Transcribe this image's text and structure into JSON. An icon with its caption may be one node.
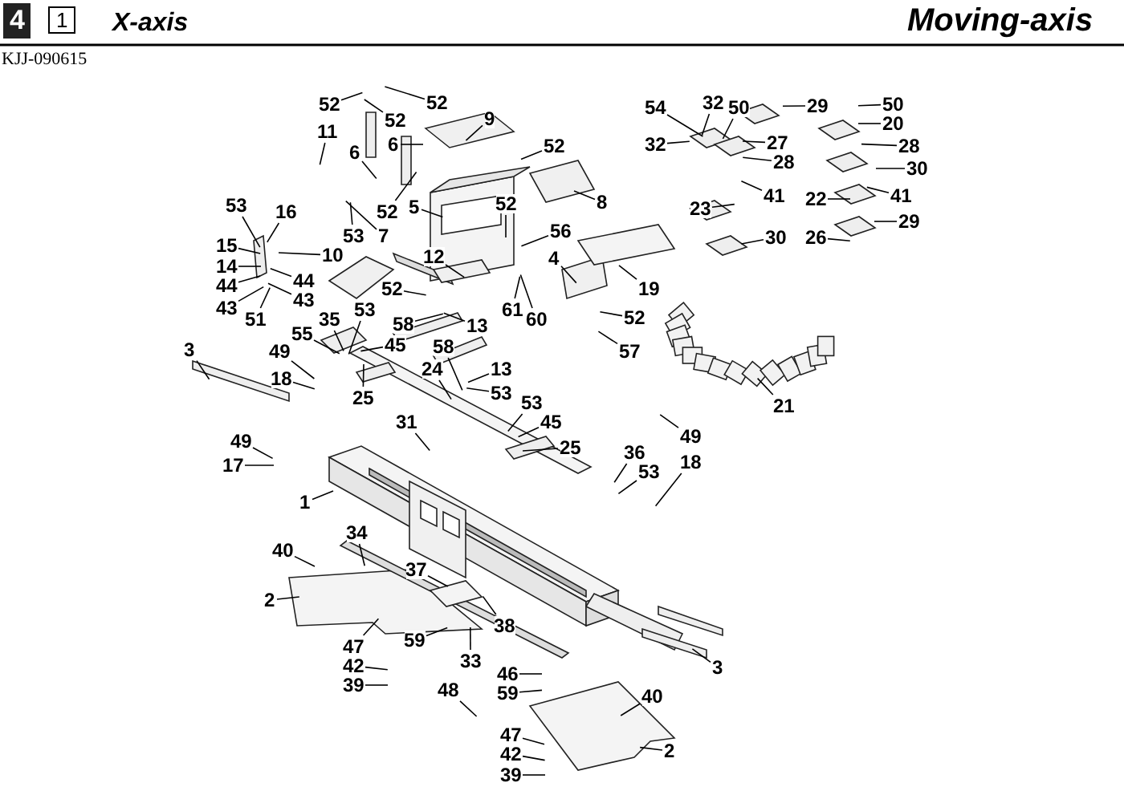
{
  "diagram": {
    "nodes": [
      {
        "text": [
          "52"
        ]
      },
      {
        "text": [
          "52"
        ]
      },
      {
        "text": [
          "52"
        ]
      },
      {
        "text": [
          "9"
        ]
      },
      {
        "text": [
          "11"
        ]
      },
      {
        "text": [
          "6"
        ]
      },
      {
        "text": [
          "6"
        ]
      },
      {
        "text": [
          "52"
        ]
      },
      {
        "text": [
          "8"
        ]
      },
      {
        "text": [
          "5"
        ]
      },
      {
        "text": [
          "52"
        ]
      },
      {
        "text": [
          "52"
        ]
      },
      {
        "text": [
          "56"
        ]
      },
      {
        "text": [
          "53"
        ]
      },
      {
        "text": [
          "16"
        ]
      },
      {
        "text": [
          "15"
        ]
      },
      {
        "text": [
          "14"
        ]
      },
      {
        "text": [
          "44"
        ]
      },
      {
        "text": [
          "44"
        ]
      },
      {
        "text": [
          "43"
        ]
      },
      {
        "text": [
          "43"
        ]
      },
      {
        "text": [
          "51"
        ]
      },
      {
        "text": [
          "53"
        ]
      },
      {
        "text": [
          "7"
        ]
      },
      {
        "text": [
          "10"
        ]
      },
      {
        "text": [
          "12"
        ]
      },
      {
        "text": [
          "52"
        ]
      },
      {
        "text": [
          "4"
        ]
      },
      {
        "text": [
          "19"
        ]
      },
      {
        "text": [
          "61"
        ]
      },
      {
        "text": [
          "60"
        ]
      },
      {
        "text": [
          "52"
        ]
      },
      {
        "text": [
          "57"
        ]
      },
      {
        "text": [
          "53"
        ]
      },
      {
        "text": [
          "58"
        ]
      },
      {
        "text": [
          "13"
        ]
      },
      {
        "text": [
          "35"
        ]
      },
      {
        "text": [
          "55"
        ]
      },
      {
        "text": [
          "45"
        ]
      },
      {
        "text": [
          "49"
        ]
      },
      {
        "text": [
          "18"
        ]
      },
      {
        "text": [
          "3"
        ]
      },
      {
        "text": [
          "58"
        ]
      },
      {
        "text": [
          "13"
        ]
      },
      {
        "text": [
          "24"
        ]
      },
      {
        "text": [
          "25"
        ]
      },
      {
        "text": [
          "53"
        ]
      },
      {
        "text": [
          "53"
        ]
      },
      {
        "text": [
          "45"
        ]
      },
      {
        "text": [
          "25"
        ]
      },
      {
        "text": [
          "31"
        ]
      },
      {
        "text": [
          "49"
        ]
      },
      {
        "text": [
          "17"
        ]
      },
      {
        "text": [
          "1"
        ]
      },
      {
        "text": [
          "36"
        ]
      },
      {
        "text": [
          "53"
        ]
      },
      {
        "text": [
          "49"
        ]
      },
      {
        "text": [
          "18"
        ]
      },
      {
        "text": [
          "34"
        ]
      },
      {
        "text": [
          "40"
        ]
      },
      {
        "text": [
          "2"
        ]
      },
      {
        "text": [
          "37"
        ]
      },
      {
        "text": [
          "38"
        ]
      },
      {
        "text": [
          "59"
        ]
      },
      {
        "text": [
          "47"
        ]
      },
      {
        "text": [
          "42"
        ]
      },
      {
        "text": [
          "39"
        ]
      },
      {
        "text": [
          "33"
        ]
      },
      {
        "text": [
          "48"
        ]
      },
      {
        "text": [
          "46"
        ]
      },
      {
        "text": [
          "59"
        ]
      },
      {
        "text": [
          "40"
        ]
      },
      {
        "text": [
          "2"
        ]
      },
      {
        "text": [
          "47"
        ]
      },
      {
        "text": [
          "42"
        ]
      },
      {
        "text": [
          "39"
        ]
      },
      {
        "text": [
          "3"
        ]
      },
      {
        "text": [
          "21"
        ]
      },
      {
        "text": [
          "54"
        ]
      },
      {
        "text": [
          "32"
        ]
      },
      {
        "text": [
          "50"
        ]
      },
      {
        "text": [
          "29"
        ]
      },
      {
        "text": [
          "50"
        ]
      },
      {
        "text": [
          "20"
        ]
      },
      {
        "text": [
          "32"
        ]
      },
      {
        "text": [
          "27"
        ]
      },
      {
        "text": [
          "28"
        ]
      },
      {
        "text": [
          "28"
        ]
      },
      {
        "text": [
          "30"
        ]
      },
      {
        "text": [
          "41"
        ]
      },
      {
        "text": [
          "41"
        ]
      },
      {
        "text": [
          "23"
        ]
      },
      {
        "text": [
          "22"
        ]
      },
      {
        "text": [
          "29"
        ]
      },
      {
        "text": [
          "26"
        ]
      },
      {
        "text": [
          "30"
        ]
      }
    ],
    "edges": [
      {
        "from": 0,
        "to": null,
        "arrow": "none"
      },
      {
        "from": 1,
        "to": null,
        "arrow": "none"
      },
      {
        "from": 2,
        "to": null,
        "arrow": "none"
      },
      {
        "from": 3,
        "to": null,
        "arrow": "none"
      },
      {
        "from": 4,
        "to": null,
        "arrow": "none"
      },
      {
        "from": 5,
        "to": null,
        "arrow": "none"
      },
      {
        "from": 6,
        "to": null,
        "arrow": "none"
      },
      {
        "from": 7,
        "to": null,
        "arrow": "none"
      },
      {
        "from": 8,
        "to": null,
        "arrow": "none"
      },
      {
        "from": 9,
        "to": null,
        "arrow": "none"
      },
      {
        "from": 10,
        "to": null,
        "arrow": "none"
      },
      {
        "from": 11,
        "to": null,
        "arrow": "none"
      },
      {
        "from": 12,
        "to": null,
        "arrow": "none"
      },
      {
        "from": 13,
        "to": null,
        "arrow": "none"
      },
      {
        "from": 14,
        "to": null,
        "arrow": "none"
      },
      {
        "from": 15,
        "to": null,
        "arrow": "none"
      },
      {
        "from": 16,
        "to": null,
        "arrow": "none"
      },
      {
        "from": 17,
        "to": null,
        "arrow": "none"
      },
      {
        "from": 18,
        "to": null,
        "arrow": "none"
      },
      {
        "from": 19,
        "to": null,
        "arrow": "none"
      },
      {
        "from": 20,
        "to": null,
        "arrow": "none"
      },
      {
        "from": 21,
        "to": null,
        "arrow": "none"
      },
      {
        "from": 22,
        "to": null,
        "arrow": "none"
      },
      {
        "from": 23,
        "to": null,
        "arrow": "none"
      },
      {
        "from": 24,
        "to": null,
        "arrow": "none"
      },
      {
        "from": 25,
        "to": null,
        "arrow": "none"
      },
      {
        "from": 26,
        "to": null,
        "arrow": "none"
      },
      {
        "from": 27,
        "to": null,
        "arrow": "none"
      },
      {
        "from": 28,
        "to": null,
        "arrow": "none"
      },
      {
        "from": 29,
        "to": null,
        "arrow": "none"
      },
      {
        "from": 30,
        "to": null,
        "arrow": "none"
      },
      {
        "from": 31,
        "to": null,
        "arrow": "none"
      },
      {
        "from": 32,
        "to": null,
        "arrow": "none"
      },
      {
        "from": 33,
        "to": null,
        "arrow": "none"
      },
      {
        "from": 34,
        "to": null,
        "arrow": "none"
      },
      {
        "from": 35,
        "to": null,
        "arrow": "none"
      },
      {
        "from": 36,
        "to": null,
        "arrow": "none"
      },
      {
        "from": 37,
        "to": null,
        "arrow": "none"
      },
      {
        "from": 38,
        "to": null,
        "arrow": "none"
      },
      {
        "from": 39,
        "to": null,
        "arrow": "none"
      },
      {
        "from": 40,
        "to": null,
        "arrow": "none"
      },
      {
        "from": 41,
        "to": null,
        "arrow": "none"
      },
      {
        "from": 42,
        "to": null,
        "arrow": "none"
      },
      {
        "from": 43,
        "to": null,
        "arrow": "none"
      },
      {
        "from": 44,
        "to": null,
        "arrow": "none"
      },
      {
        "from": 45,
        "to": null,
        "arrow": "none"
      },
      {
        "from": 46,
        "to": null,
        "arrow": "none"
      },
      {
        "from": 47,
        "to": null,
        "arrow": "none"
      },
      {
        "from": 48,
        "to": null,
        "arrow": "none"
      },
      {
        "from": 49,
        "to": null,
        "arrow": "none"
      },
      {
        "from": 50,
        "to": null,
        "arrow": "none"
      },
      {
        "from": 51,
        "to": null,
        "arrow": "none"
      },
      {
        "from": 52,
        "to": null,
        "arrow": "none"
      },
      {
        "from": 53,
        "to": null,
        "arrow": "none"
      },
      {
        "from": 54,
        "to": null,
        "arrow": "none"
      },
      {
        "from": 55,
        "to": null,
        "arrow": "none"
      },
      {
        "from": 56,
        "to": null,
        "arrow": "none"
      },
      {
        "from": 57,
        "to": null,
        "arrow": "none"
      },
      {
        "from": 58,
        "to": null,
        "arrow": "none"
      },
      {
        "from": 59,
        "to": null,
        "arrow": "none"
      },
      {
        "from": 60,
        "to": null,
        "arrow": "none"
      },
      {
        "from": 61,
        "to": null,
        "arrow": "none"
      },
      {
        "from": 62,
        "to": null,
        "arrow": "none"
      },
      {
        "from": 63,
        "to": null,
        "arrow": "none"
      },
      {
        "from": 64,
        "to": null,
        "arrow": "none"
      },
      {
        "from": 65,
        "to": null,
        "arrow": "none"
      },
      {
        "from": 66,
        "to": null,
        "arrow": "none"
      },
      {
        "from": 67,
        "to": null,
        "arrow": "none"
      },
      {
        "from": 68,
        "to": null,
        "arrow": "none"
      },
      {
        "from": 69,
        "to": null,
        "arrow": "none"
      },
      {
        "from": 70,
        "to": null,
        "arrow": "none"
      },
      {
        "from": 71,
        "to": null,
        "arrow": "none"
      },
      {
        "from": 72,
        "to": null,
        "arrow": "none"
      },
      {
        "from": 73,
        "to": null,
        "arrow": "none"
      },
      {
        "from": 74,
        "to": null,
        "arrow": "none"
      },
      {
        "from": 75,
        "to": null,
        "arrow": "none"
      },
      {
        "from": 76,
        "to": null,
        "arrow": "none"
      },
      {
        "from": 77,
        "to": null,
        "arrow": "none"
      },
      {
        "from": 78,
        "to": null,
        "arrow": "none"
      },
      {
        "from": 79,
        "to": null,
        "arrow": "none"
      },
      {
        "from": 80,
        "to": null,
        "arrow": "none"
      },
      {
        "from": 81,
        "to": null,
        "arrow": "none"
      },
      {
        "from": 82,
        "to": null,
        "arrow": "none"
      },
      {
        "from": 83,
        "to": null,
        "arrow": "none"
      },
      {
        "from": 84,
        "to": null,
        "arrow": "none"
      },
      {
        "from": 85,
        "to": null,
        "arrow": "none"
      },
      {
        "from": 86,
        "to": null,
        "arrow": "none"
      },
      {
        "from": 87,
        "to": null,
        "arrow": "none"
      },
      {
        "from": 88,
        "to": null,
        "arrow": "none"
      },
      {
        "from": 89,
        "to": null,
        "arrow": "none"
      },
      {
        "from": 90,
        "to": null,
        "arrow": "none"
      },
      {
        "from": 91,
        "to": null,
        "arrow": "none"
      },
      {
        "from": 92,
        "to": null,
        "arrow": "none"
      },
      {
        "from": 93,
        "to": null,
        "arrow": "none"
      },
      {
        "from": 94,
        "to": null,
        "arrow": "none"
      },
      {
        "from": 95,
        "to": null,
        "arrow": "none"
      }
    ],
    "labels": [
      "4",
      "1",
      "X-axis",
      "Moving-axis",
      "KJJ-090615"
    ]
  }
}
